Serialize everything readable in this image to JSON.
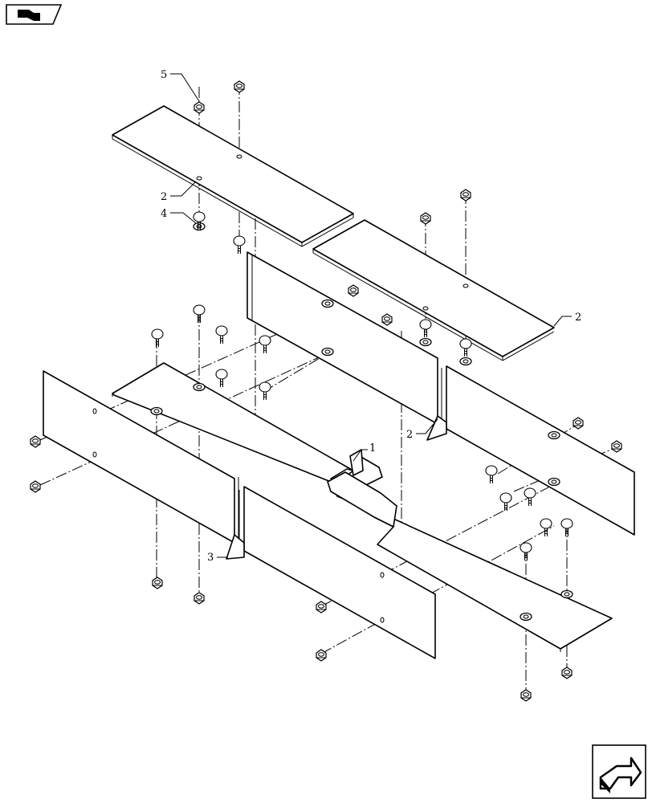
{
  "callouts": [
    {
      "id": "c1",
      "label": "1"
    },
    {
      "id": "c2a",
      "label": "2"
    },
    {
      "id": "c2b",
      "label": "2"
    },
    {
      "id": "c2c",
      "label": "2"
    },
    {
      "id": "c3",
      "label": "3"
    },
    {
      "id": "c4",
      "label": "4"
    },
    {
      "id": "c5",
      "label": "5"
    }
  ],
  "icons": {
    "top_left": "previous-page-icon",
    "bottom_right": "next-page-icon"
  }
}
